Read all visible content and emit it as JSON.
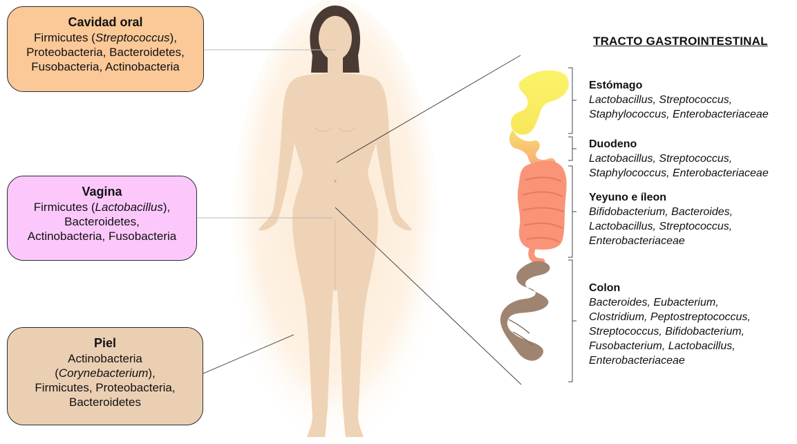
{
  "oral": {
    "title": "Cavidad oral",
    "line1_pre": "Firmicutes (",
    "line1_it": "Streptococcus",
    "line1_post": "),",
    "line2": "Proteobacteria, Bacteroidetes,",
    "line3": "Fusobacteria, Actinobacteria"
  },
  "vagina": {
    "title": "Vagina",
    "line1_pre": "Firmicutes (",
    "line1_it": "Lactobacillus",
    "line1_post": "),",
    "line2": "Bacteroidetes,",
    "line3": "Actinobacteria, Fusobacteria"
  },
  "piel": {
    "title": "Piel",
    "line1": "Actinobacteria",
    "line2_pre": "(",
    "line2_it": "Corynebacterium",
    "line2_post": "),",
    "line3": "Firmicutes, Proteobacteria,",
    "line4": "Bacteroidetes"
  },
  "gi": {
    "title": "TRACTO GASTROINTESTINAL",
    "estomago": {
      "name": "Estómago",
      "lines": [
        "Lactobacillus, Streptococcus,",
        "Staphylococcus, Enterobacteriaceae"
      ]
    },
    "duodeno": {
      "name": "Duodeno",
      "lines": [
        "Lactobacillus, Streptococcus,",
        "Staphylococcus, Enterobacteriaceae"
      ]
    },
    "yeyuno": {
      "name": "Yeyuno e íleon",
      "lines": [
        "Bifidobacterium, Bacteroides,",
        "Lactobacillus, Streptococcus,",
        "Enterobacteriaceae"
      ]
    },
    "colon": {
      "name": "Colon",
      "lines": [
        "Bacteroides, Eubacterium,",
        "Clostridium, Peptostreptococcus,",
        "Streptococcus,  Bifidobacterium,",
        "Fusobacterium, Lactobacillus,",
        "Enterobacteriaceae"
      ]
    }
  },
  "colors": {
    "oral_box": "#fbc898",
    "vagina_box": "#fcc8fc",
    "piel_box": "#ebcfb3",
    "skin": "#efd3b7",
    "hair": "#4a3a34",
    "stomach": "#fbf36a",
    "small_intestine": "#f99479",
    "colon": "#9f8571"
  }
}
